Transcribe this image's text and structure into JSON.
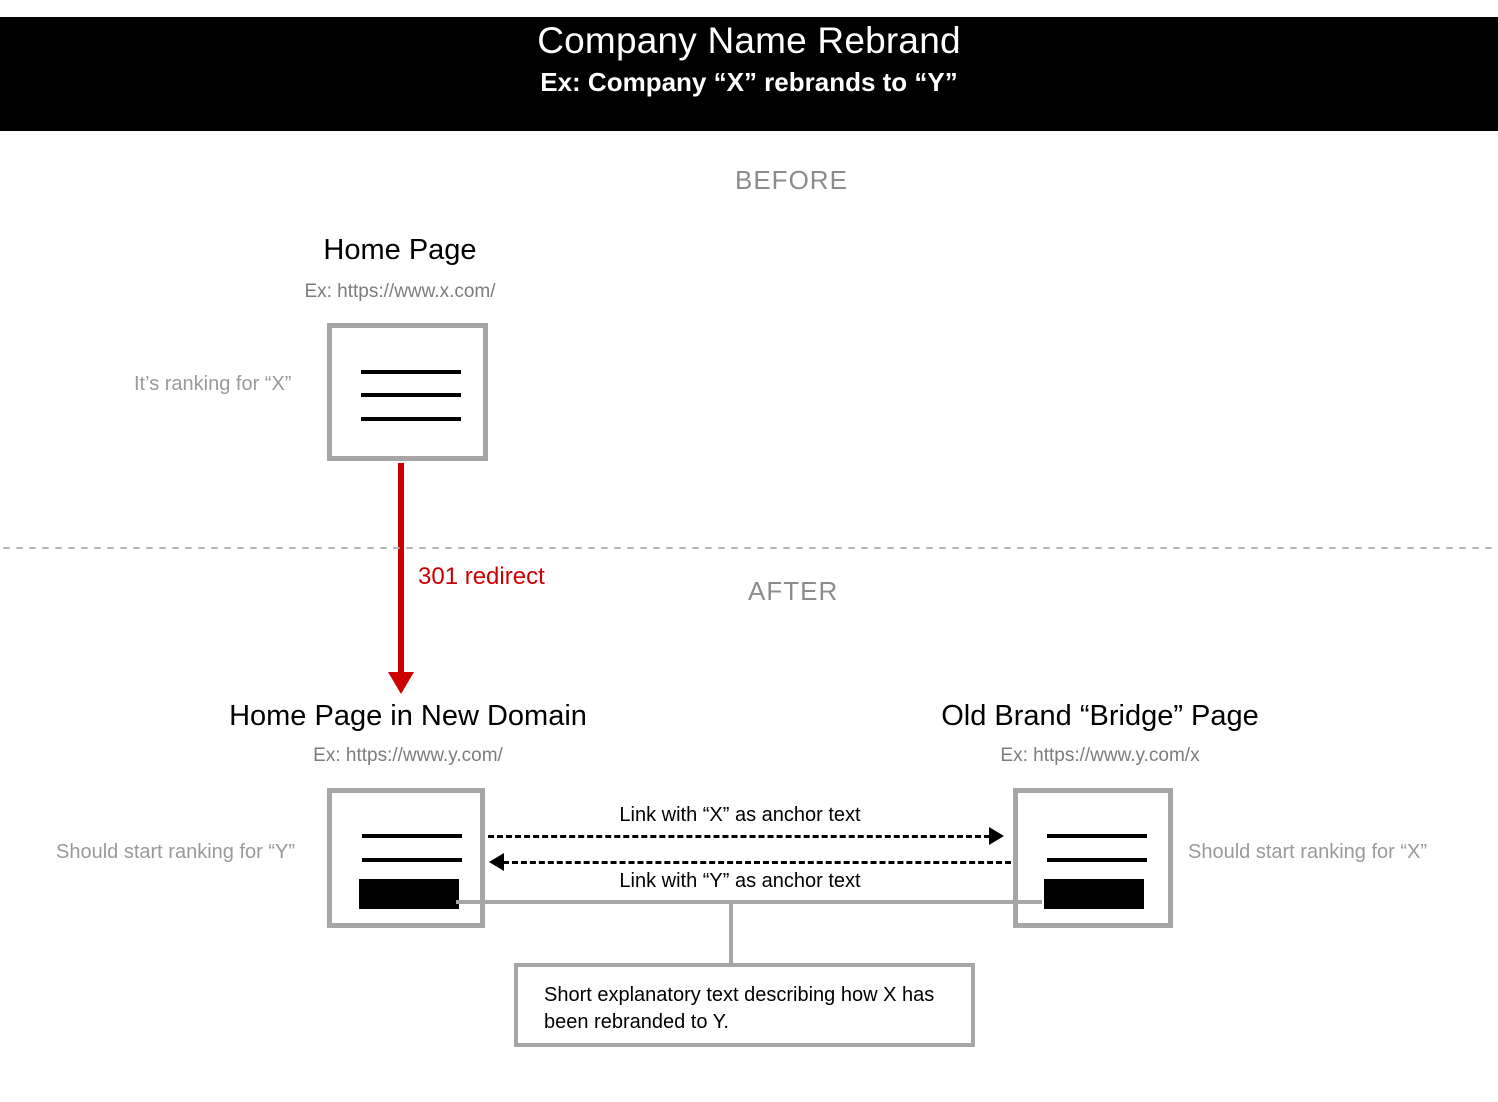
{
  "header": {
    "title": "Company Name Rebrand",
    "subtitle": "Ex: Company “X” rebrands to “Y”",
    "background_color": "#000000",
    "text_color": "#ffffff"
  },
  "sections": {
    "before_label": "BEFORE",
    "after_label": "AFTER",
    "label_color": "#8c8c8c",
    "divider_color": "#b4b4b4"
  },
  "before": {
    "node": {
      "title": "Home Page",
      "url": "Ex: https://www.x.com/",
      "side_note": "It’s ranking for “X”"
    }
  },
  "redirect": {
    "label": "301 redirect",
    "color": "#cc0000"
  },
  "after": {
    "new_domain": {
      "title": "Home Page in New Domain",
      "url": "Ex: https://www.y.com/",
      "side_note": "Should start ranking for “Y”"
    },
    "bridge_page": {
      "title": "Old Brand “Bridge” Page",
      "url": "Ex: https://www.y.com/x",
      "side_note": "Should start ranking for “X”"
    },
    "links": {
      "forward_label": "Link with “X” as anchor text",
      "backward_label": "Link with “Y” as anchor text"
    },
    "callout": {
      "text": "Short explanatory text describing how X has been rebranded to Y."
    }
  },
  "colors": {
    "box_border": "#a6a6a6",
    "muted_text": "#9a9a9a",
    "url_text": "#7d7d7d",
    "accent_red": "#cc0000"
  }
}
